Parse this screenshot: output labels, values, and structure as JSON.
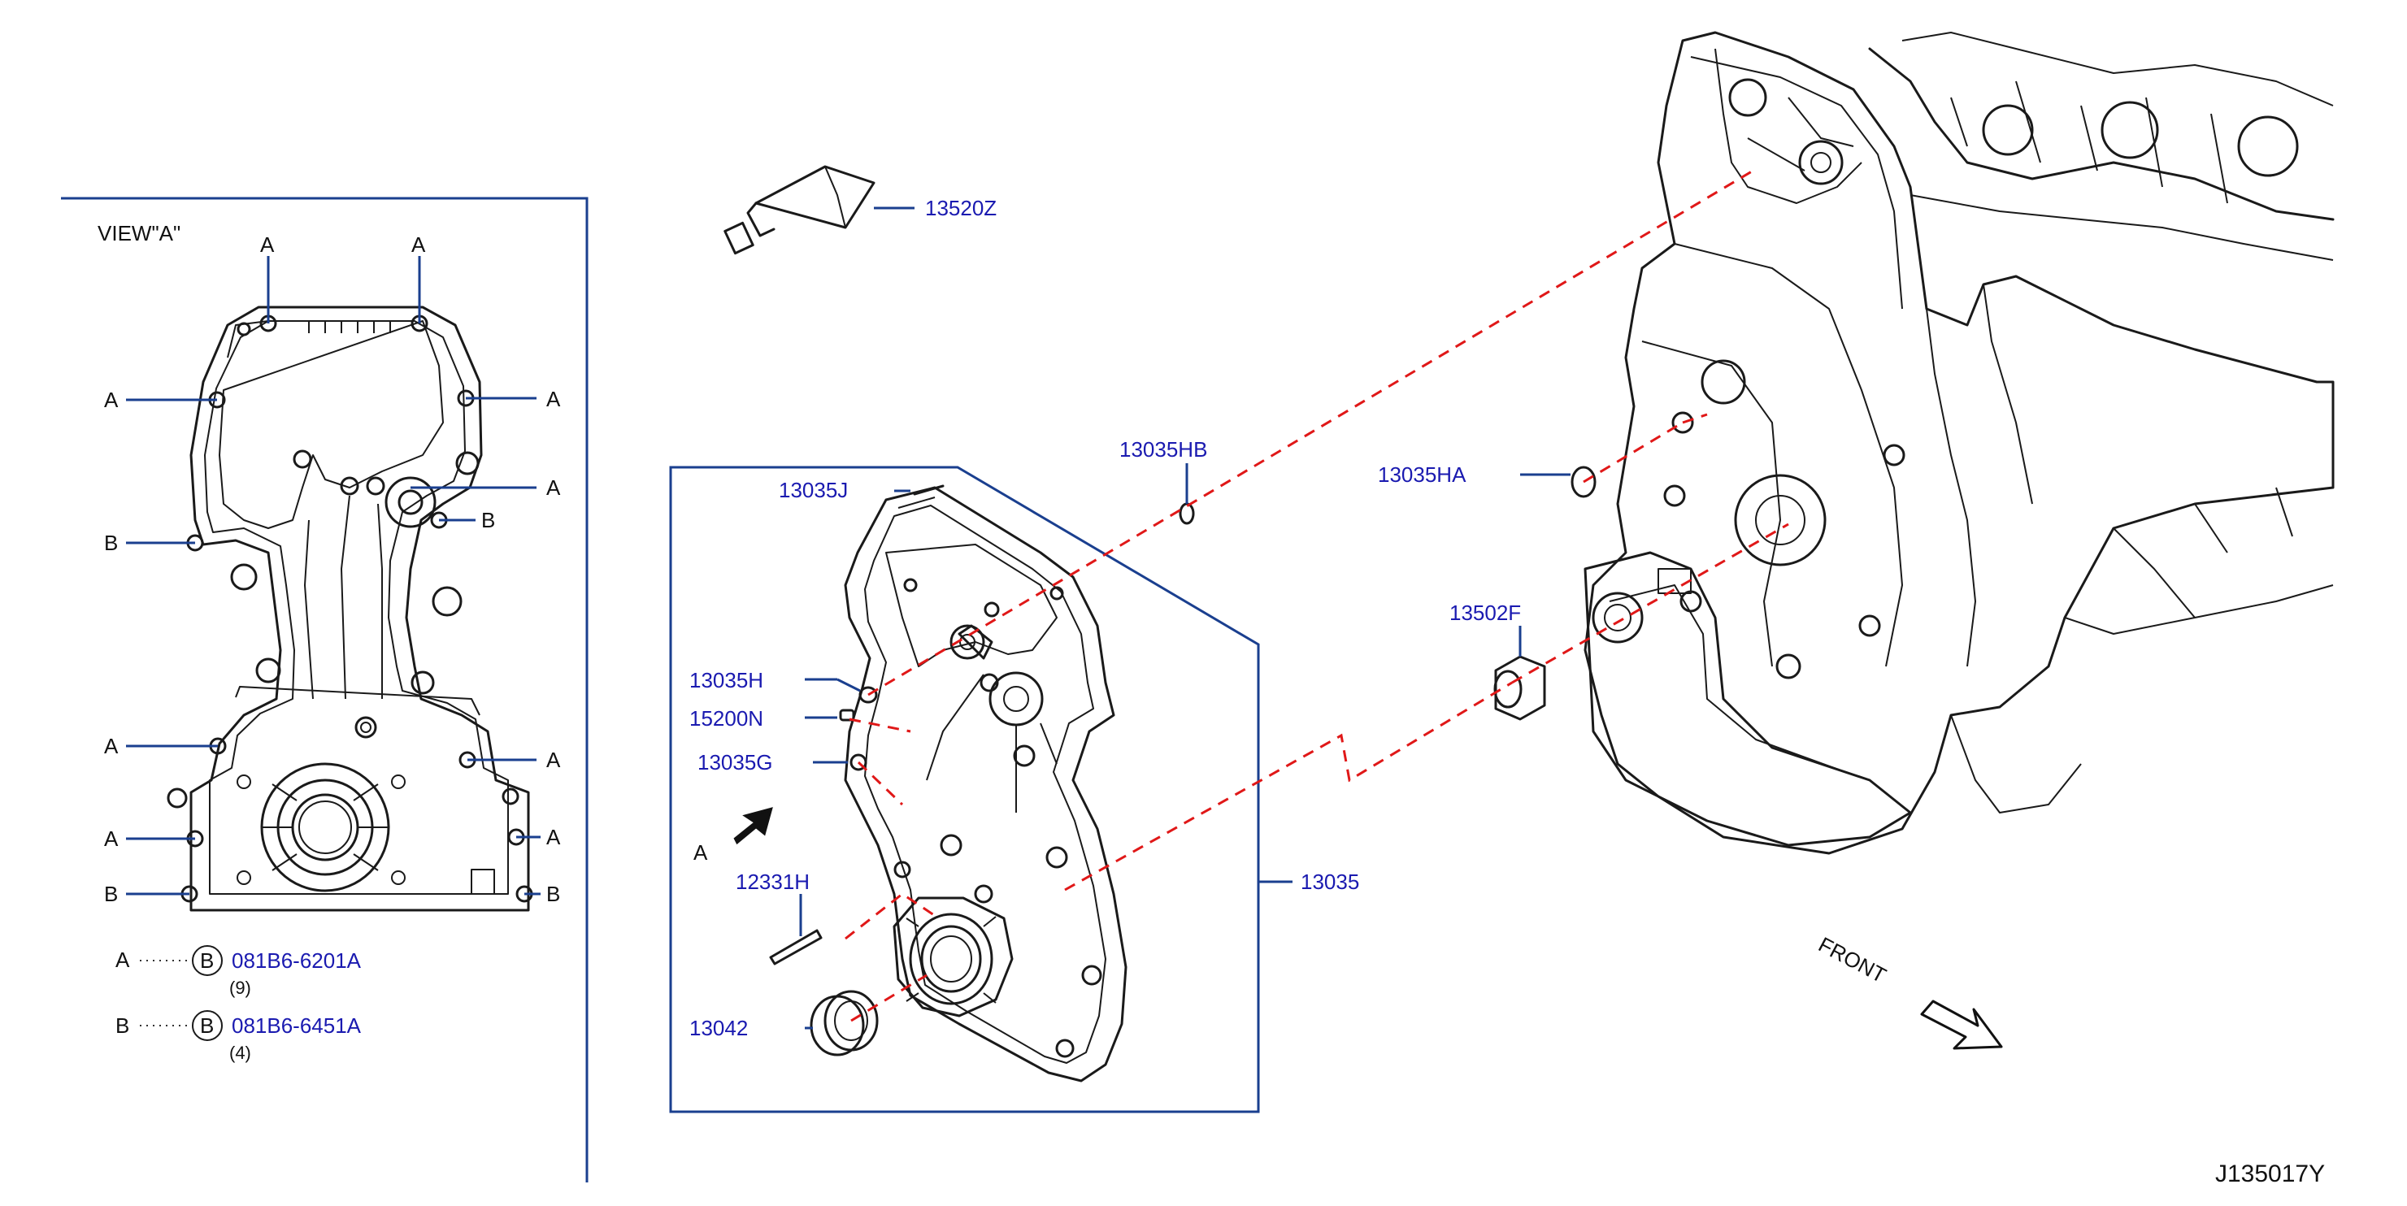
{
  "view_a": {
    "title": "VIEW\"A\"",
    "marker_a": "A",
    "marker_b": "B",
    "legend": [
      {
        "letter": "A",
        "symbol": "B",
        "part": "081B6-6201A",
        "qty": "(9)"
      },
      {
        "letter": "B",
        "symbol": "B",
        "part": "081B6-6451A",
        "qty": "(4)"
      }
    ]
  },
  "parts": {
    "p13520Z": "13520Z",
    "p13035J": "13035J",
    "p13035HB": "13035HB",
    "p13035HA": "13035HA",
    "p13035H": "13035H",
    "p15200N": "15200N",
    "p13035G": "13035G",
    "p13502F": "13502F",
    "p12331H": "12331H",
    "p13035": "13035",
    "p13042": "13042"
  },
  "arrow_label": "A",
  "front_label": "FRONT",
  "diagram_id": "J135017Y",
  "colors": {
    "part_number": "#1a1ab0",
    "leader": "#1a3f8f",
    "dashed_link": "#e01818",
    "outline": "#1a1a1a"
  }
}
